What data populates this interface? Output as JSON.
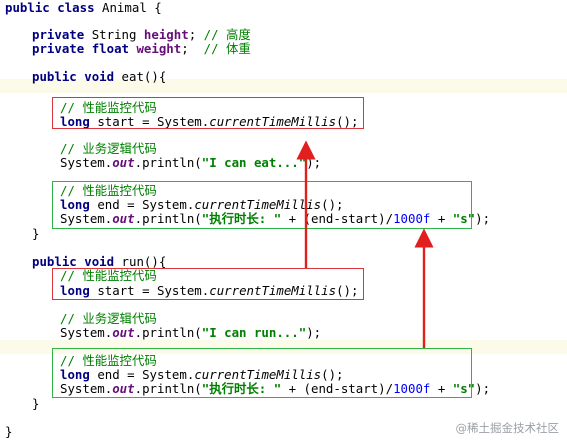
{
  "colors": {
    "keyword": "#000080",
    "field": "#660e7a",
    "comment": "#008000",
    "string": "#008000",
    "number": "#0000ff",
    "box_red": "#d9363e",
    "box_green": "#2fb44a",
    "arrow_red": "#e21f1f",
    "highlight_line": "#fcfae9"
  },
  "code": {
    "kw_public": "public",
    "kw_class": "class",
    "kw_private": "private",
    "kw_float": "float",
    "kw_void": "void",
    "kw_long": "long",
    "class_name": "Animal",
    "brace_open": "{",
    "brace_close": "}",
    "type_string": "String",
    "field_height": "height",
    "field_weight": "weight",
    "comment_height": "// 高度",
    "comment_weight": "// 体重",
    "method_eat": "eat(){",
    "method_run": "run(){",
    "comment_monitor": "// 性能监控代码",
    "comment_business": "// 业务逻辑代码",
    "var_start": "start",
    "var_end": "end",
    "assign_system": "= System.",
    "current_time_millis": "currentTimeMillis",
    "call_end": "();",
    "system_dot": "System.",
    "out": "out",
    "println_open": ".println(",
    "println_close": ");",
    "str_eat": "\"I can eat...\"",
    "str_run": "\"I can run...\"",
    "str_exec_time": "\"执行时长: \"",
    "plus_expr": " + (end-start)/",
    "num_1000f": "1000f",
    "plus": " + ",
    "str_s": "\"s\"",
    "semicolon": ";"
  },
  "watermark": "@稀土掘金技术社区"
}
